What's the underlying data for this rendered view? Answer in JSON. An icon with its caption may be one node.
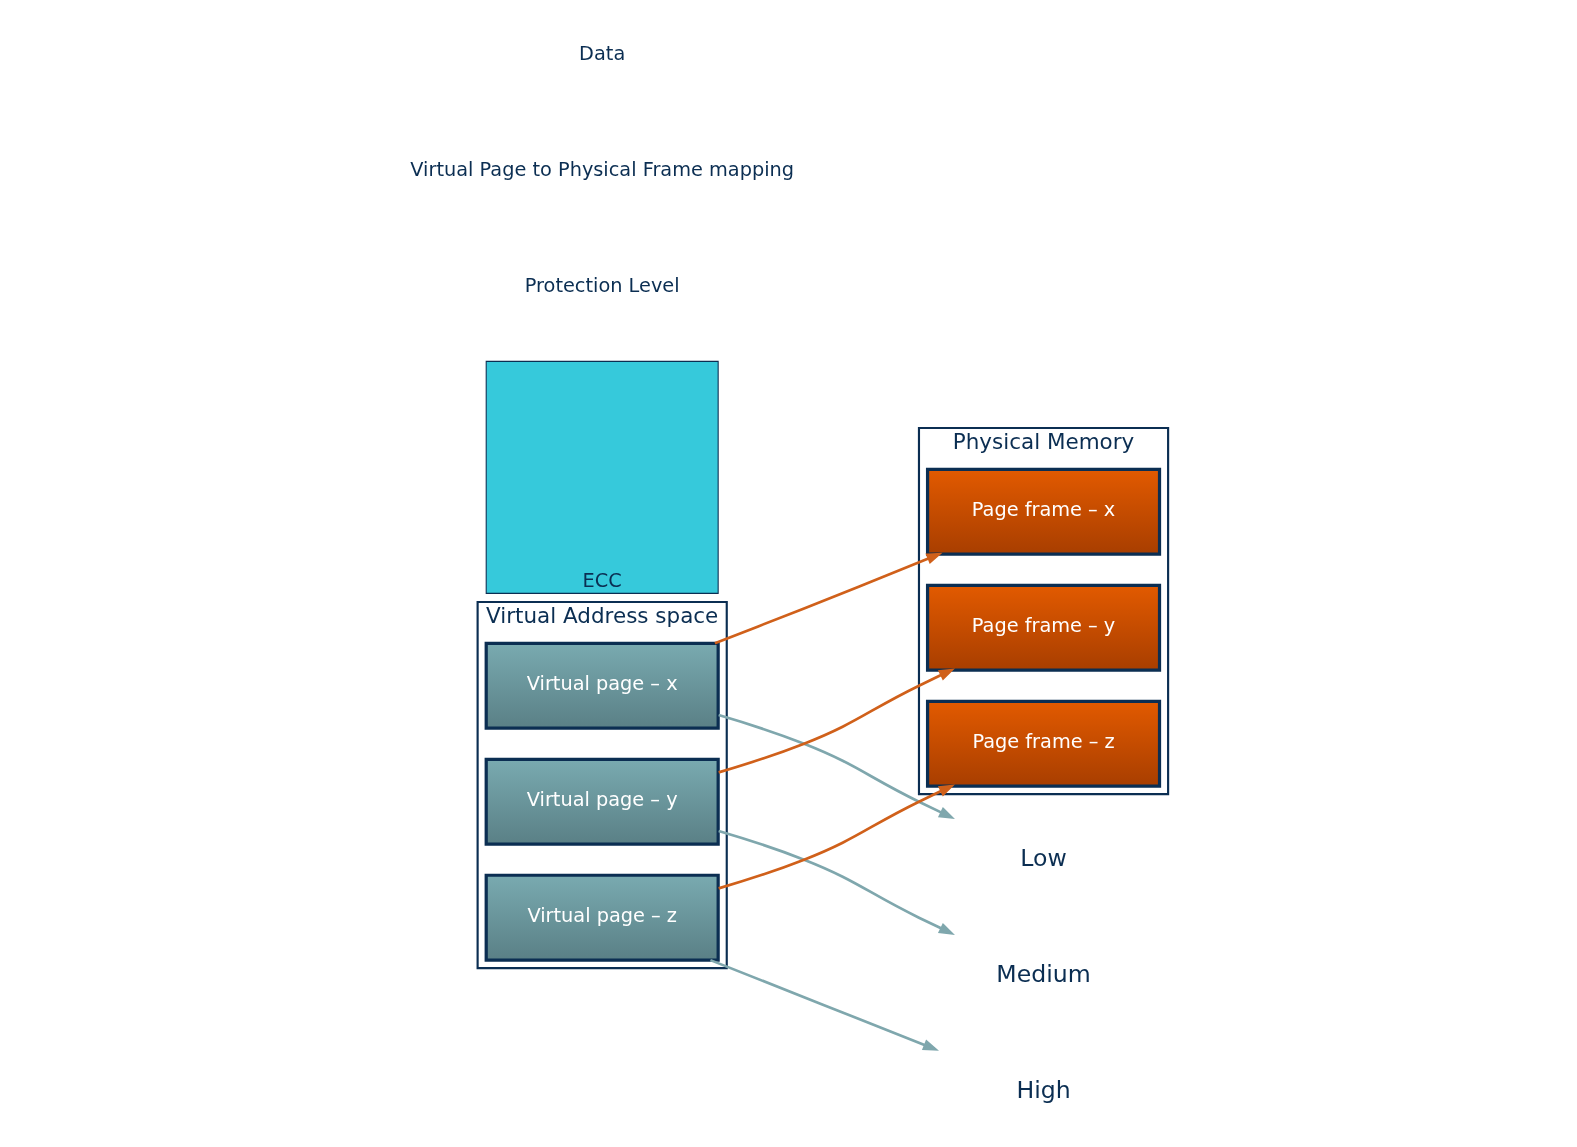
{
  "diagram": {
    "nodes": [
      {
        "text": [
          "Virtual Address space"
        ]
      },
      {
        "text": [
          "Virtual page – x"
        ],
        "in": 0
      },
      {
        "text": [
          "Virtual page – y"
        ],
        "in": 0
      },
      {
        "text": [
          "Virtual page – z"
        ],
        "in": 0
      },
      {
        "text": [
          "Physical Memory"
        ]
      },
      {
        "text": [
          "Page frame – x"
        ],
        "in": 4
      },
      {
        "text": [
          "Page frame – y"
        ],
        "in": 4
      },
      {
        "text": [
          "Page frame – z"
        ],
        "in": 4
      },
      {
        "text": [
          "ECC"
        ]
      },
      {
        "text": [
          "Low"
        ]
      },
      {
        "text": [
          "Medium"
        ]
      },
      {
        "text": [
          "High"
        ]
      }
    ],
    "edges": [
      {
        "from": 1,
        "to": 9,
        "arrow": "to",
        "color": "#7fa7ad"
      },
      {
        "from": 2,
        "to": 10,
        "arrow": "to",
        "color": "#7fa7ad"
      },
      {
        "from": 3,
        "to": 11,
        "arrow": "to",
        "color": "#7fa7ad"
      },
      {
        "from": 1,
        "to": 5,
        "arrow": "to",
        "color": "#d0601a"
      },
      {
        "from": 2,
        "to": 6,
        "arrow": "to",
        "color": "#d0601a"
      },
      {
        "from": 3,
        "to": 7,
        "arrow": "to",
        "color": "#d0601a"
      }
    ],
    "labels": [
      "Protection Level",
      "Virtual Page to Physical Frame mapping",
      "Data"
    ]
  }
}
